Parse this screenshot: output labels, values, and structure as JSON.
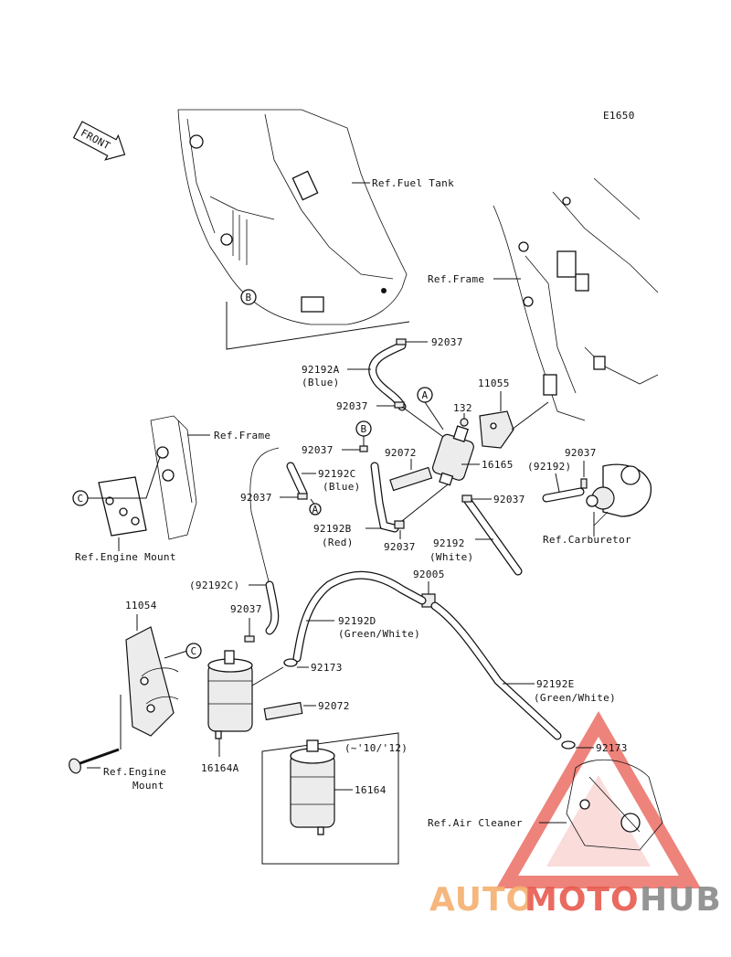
{
  "diagram_code": "E1650",
  "front_arrow": "FRONT",
  "labels": {
    "ref_fuel_tank": "Ref.Fuel Tank",
    "ref_frame_right": "Ref.Frame",
    "ref_frame_left": "Ref.Frame",
    "ref_engine_mount_top": "Ref.Engine Mount",
    "ref_carburetor": "Ref.Carburetor",
    "ref_engine_mount_bottom_1": "Ref.Engine",
    "ref_engine_mount_bottom_2": "Mount",
    "ref_air_cleaner": "Ref.Air Cleaner",
    "p92037_a": "92037",
    "p92192A": "92192A",
    "p92192A_color": "(Blue)",
    "p92037_b": "92037",
    "p132": "132",
    "p11055": "11055",
    "p92037_c": "92037",
    "p92192C": "92192C",
    "p92192C_color": "(Blue)",
    "p92072_a": "92072",
    "p16165": "16165",
    "p92192_paren": "(92192)",
    "p92037_d": "92037",
    "p92037_e": "92037",
    "p92037_f": "92037",
    "p92192B": "92192B",
    "p92192B_color": "(Red)",
    "p92037_g": "92037",
    "p92192": "92192",
    "p92192_color": "(White)",
    "p92192C_paren": "(92192C)",
    "p92005": "92005",
    "p11054": "11054",
    "p92037_h": "92037",
    "p92192D": "92192D",
    "p92192D_color": "(Green/White)",
    "p92173_a": "92173",
    "p92072_b": "92072",
    "p92192E": "92192E",
    "p92192E_color": "(Green/White)",
    "p92173_b": "92173",
    "p16164A": "16164A",
    "p16164": "16164",
    "year_note": "(~'10/'12)"
  },
  "callouts": {
    "A1": "A",
    "A2": "A",
    "B1": "B",
    "B2": "B",
    "C1": "C",
    "C2": "C"
  },
  "watermark": {
    "part1": "AUTO",
    "part2": "MOTO",
    "part3": "HUB",
    "color1": "#f5b070",
    "color2": "#e85a4f",
    "color3": "#8a8a8a"
  }
}
